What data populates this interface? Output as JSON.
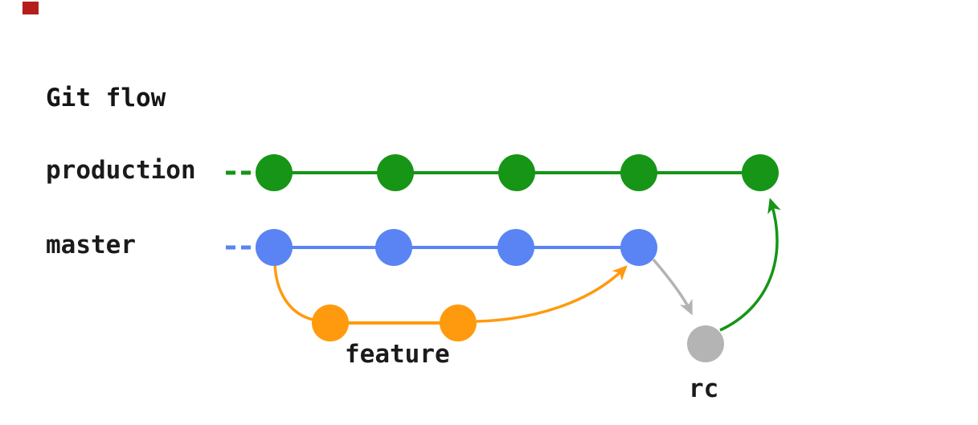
{
  "title": "Git flow",
  "colors": {
    "production": "#169516",
    "master": "#5a84f4",
    "feature": "#ff9a0e",
    "rc": "#b4b4b4",
    "rc_arrow": "#b3b3b3",
    "text": "#1b1b1b",
    "corner_mark": "#b51d1d"
  },
  "branches": {
    "production": {
      "label": "production",
      "commit_count": 5,
      "continues_from_past": true
    },
    "master": {
      "label": "master",
      "commit_count": 4,
      "continues_from_past": true
    },
    "feature": {
      "label": "feature",
      "commit_count": 2,
      "continues_from_past": false
    },
    "rc": {
      "label": "rc",
      "commit_count": 1,
      "continues_from_past": false
    }
  },
  "edges": [
    {
      "from": "master-commit-1",
      "to": "feature-commit-1",
      "type": "branch-off",
      "color_key": "feature",
      "arrowhead": false
    },
    {
      "from": "feature-commit-2",
      "to": "master-commit-4",
      "type": "merge",
      "color_key": "feature",
      "arrowhead": true
    },
    {
      "from": "master-commit-4",
      "to": "rc-commit-1",
      "type": "branch-off",
      "color_key": "rc_arrow",
      "arrowhead": true
    },
    {
      "from": "rc-commit-1",
      "to": "production-commit-5",
      "type": "merge",
      "color_key": "production",
      "arrowhead": true
    }
  ]
}
